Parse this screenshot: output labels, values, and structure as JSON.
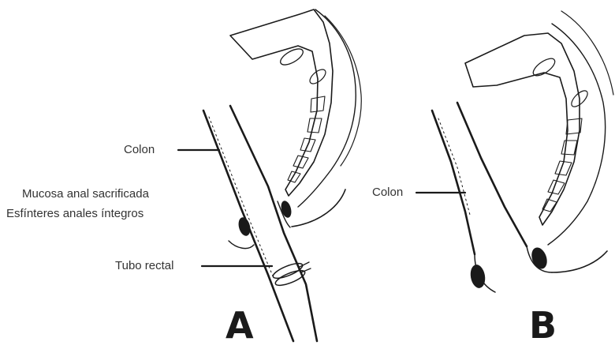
{
  "panels": {
    "a": {
      "letter": "A",
      "labels": {
        "colon": "Colon",
        "mucosa": "Mucosa anal sacrificada",
        "esfinteres": "Esfínteres anales íntegros",
        "tubo": "Tubo rectal"
      }
    },
    "b": {
      "letter": "B",
      "labels": {
        "colon": "Colon"
      }
    }
  },
  "colors": {
    "ink": "#1a1a1a",
    "label_text": "#333333",
    "background": "#ffffff"
  }
}
